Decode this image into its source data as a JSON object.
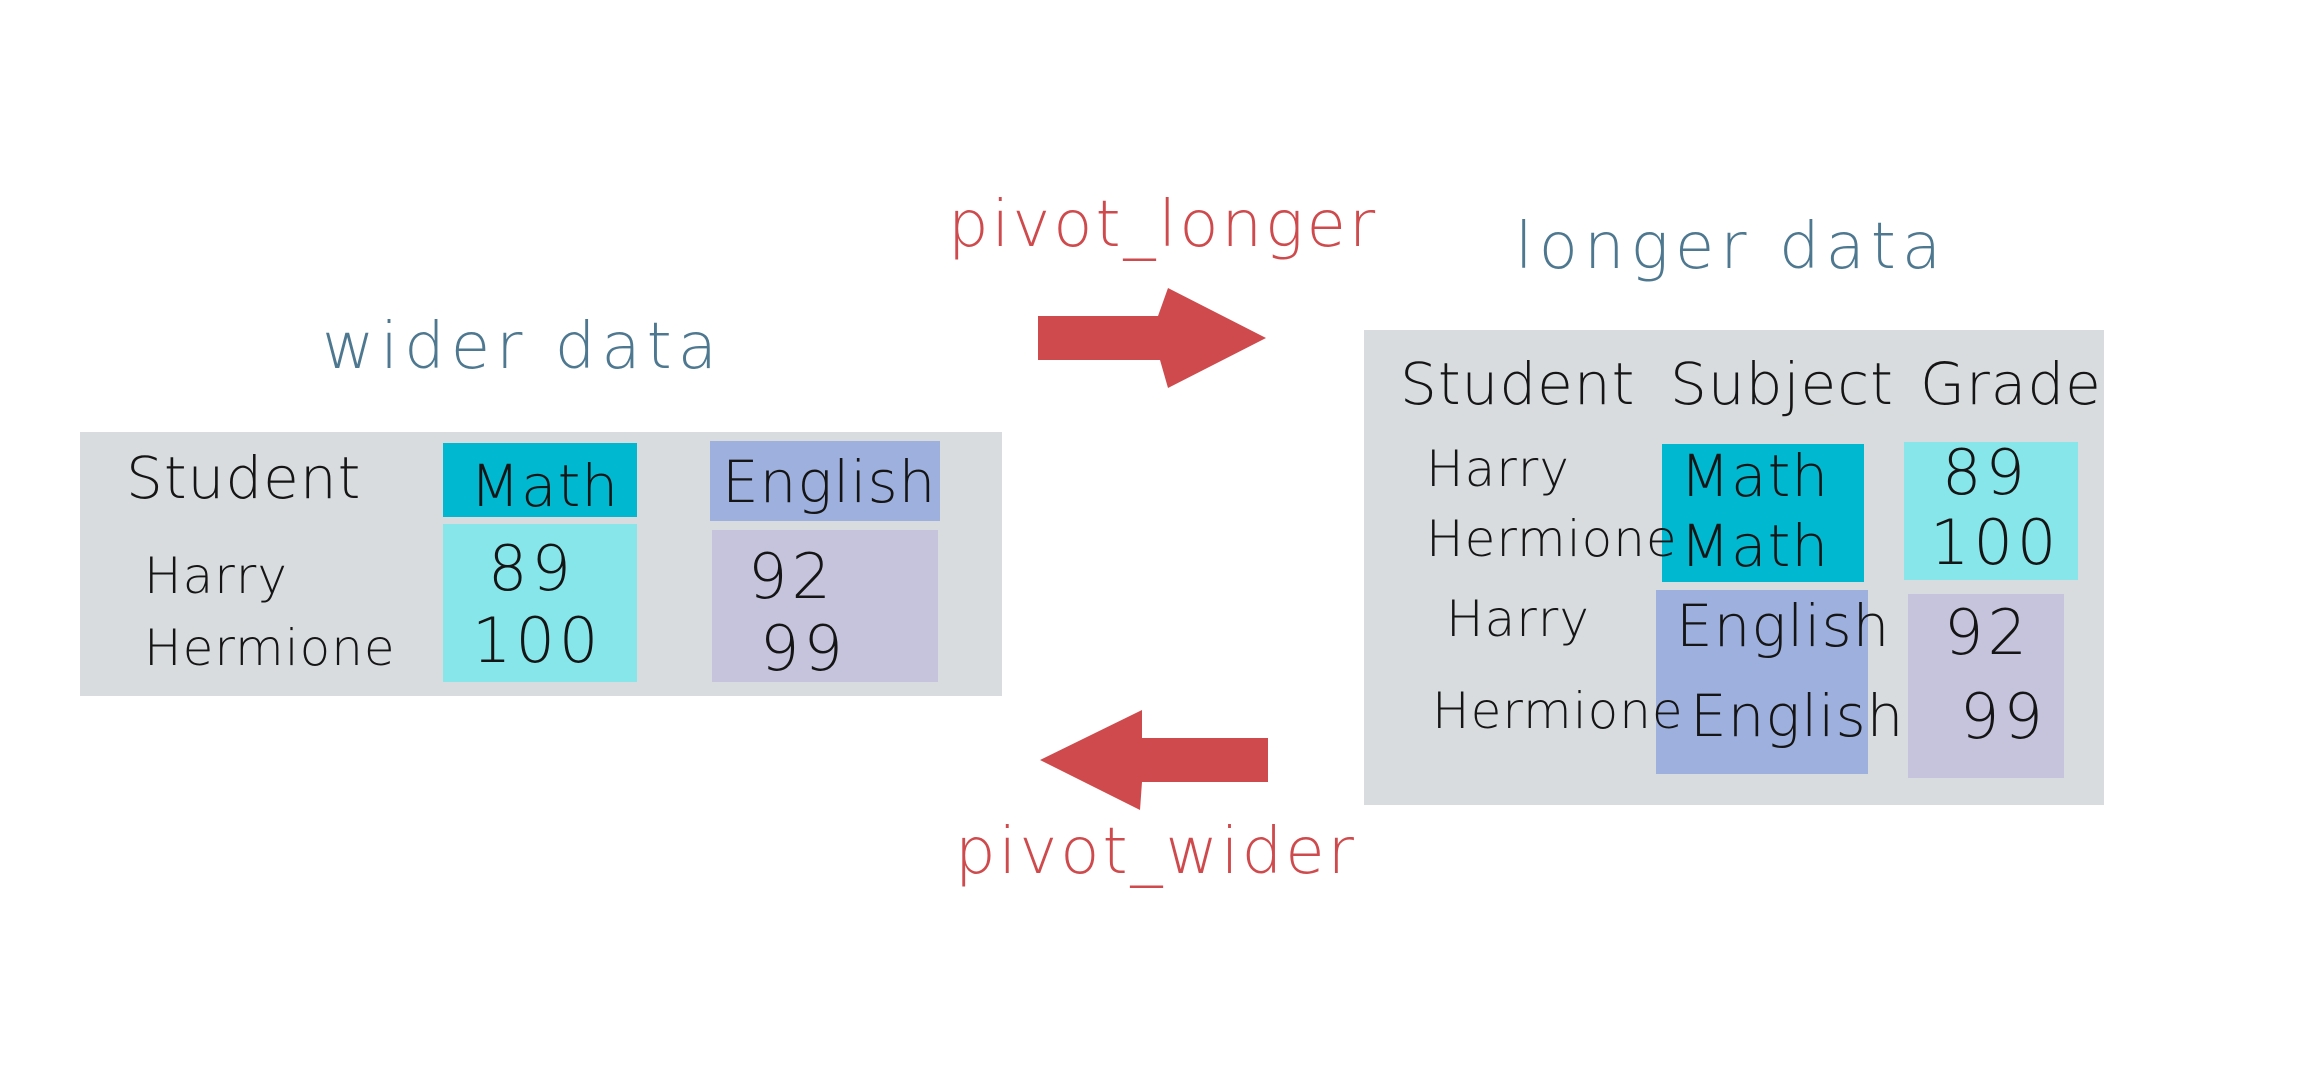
{
  "colors": {
    "panel": "#d8dcdf",
    "math_header": "#00b8cf",
    "math_values": "#86e6ea",
    "english_header": "#9eb0dd",
    "english_values": "#c6c4dd",
    "arrow": "#cf4a4c",
    "title_text": "#4e7890",
    "operation_text": "#cf4a4c"
  },
  "wider": {
    "title": "wider data",
    "headers": {
      "student": "Student",
      "math": "Math",
      "english": "English"
    },
    "rows": [
      {
        "student": "Harry",
        "math": "89",
        "english": "92"
      },
      {
        "student": "Hermione",
        "math": "100",
        "english": "99"
      }
    ]
  },
  "longer": {
    "title": "longer data",
    "headers": {
      "student": "Student",
      "subject": "Subject",
      "grade": "Grade"
    },
    "rows": [
      {
        "student": "Harry",
        "subject": "Math",
        "grade": "89"
      },
      {
        "student": "Hermione",
        "subject": "Math",
        "grade": "100"
      },
      {
        "student": "Harry",
        "subject": "English",
        "grade": "92"
      },
      {
        "student": "Hermione",
        "subject": "English",
        "grade": "99"
      }
    ]
  },
  "operations": {
    "to_longer": "pivot_longer",
    "to_wider": "pivot_wider"
  }
}
